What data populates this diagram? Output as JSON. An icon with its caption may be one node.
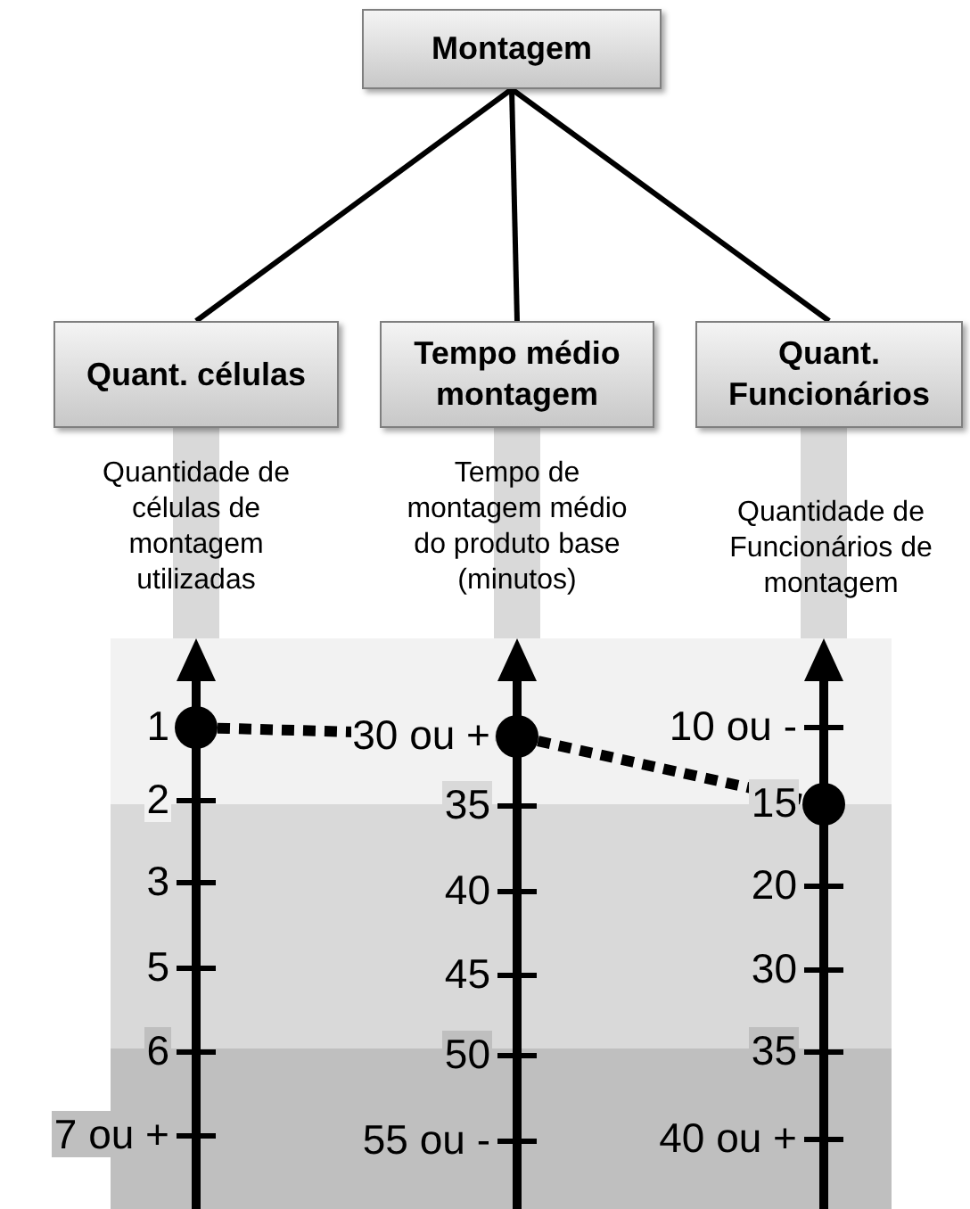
{
  "diagram": {
    "nodes": [
      {
        "text": [
          "Montagem"
        ]
      },
      {
        "text": [
          "Quant. células"
        ],
        "beside": [
          "Quantidade de células de montagem utilizadas"
        ]
      },
      {
        "text": [
          "Tempo médio montagem"
        ],
        "beside": [
          "Tempo de montagem médio do produto base (minutos)"
        ]
      },
      {
        "text": [
          "Quant. Funcionários"
        ],
        "beside": [
          "Quantidade de Funcionários de montagem"
        ]
      },
      {
        "text": [],
        "shape": "circle"
      },
      {
        "text": [],
        "shape": "circle"
      },
      {
        "text": [],
        "shape": "circle"
      }
    ],
    "edges": [
      {
        "from": 0,
        "to": 1,
        "arrow": "none"
      },
      {
        "from": 0,
        "to": 2,
        "arrow": "none"
      },
      {
        "from": 0,
        "to": 3,
        "arrow": "none"
      },
      {
        "from": 4,
        "to": 5,
        "arrow": "none",
        "style": "dashed"
      },
      {
        "from": 5,
        "to": 6,
        "arrow": "none",
        "style": "dashed"
      }
    ],
    "labels": [
      "1",
      "30 ou +",
      "10 ou -",
      "2",
      "35",
      "15",
      "3",
      "40",
      "20",
      "5",
      "45",
      "30",
      "6",
      "50",
      "35",
      "7 ou +",
      "55 ou -",
      "40 ou +"
    ]
  }
}
